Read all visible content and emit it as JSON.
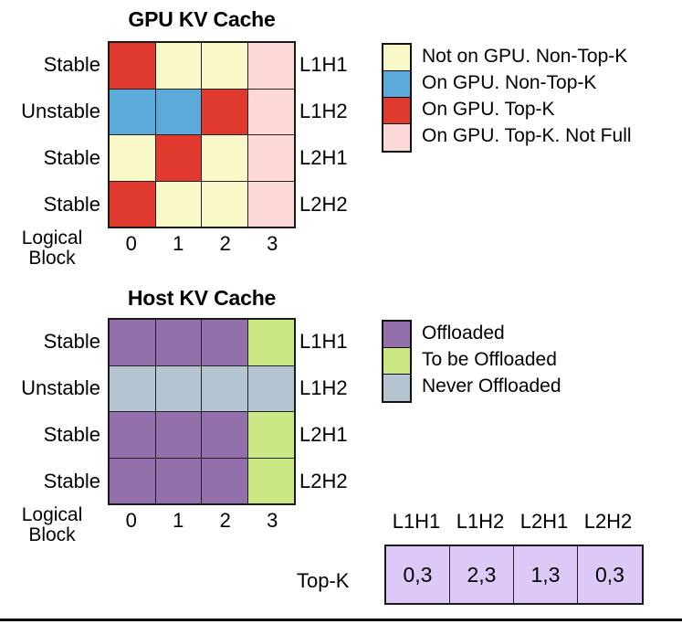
{
  "figure": {
    "palette": {
      "not_on_gpu_non_topk": "#F8F8C8",
      "on_gpu_non_topk": "#5BAAD9",
      "on_gpu_topk": "#E03A2F",
      "on_gpu_topk_not_full": "#FCD9D9",
      "offloaded": "#9370AB",
      "to_be_offloaded": "#CBE884",
      "never_offloaded": "#B4C4D1",
      "topk_cell": "#DDC9F7",
      "grid_border": "#1a1a1a"
    }
  },
  "gpu_panel": {
    "title": "GPU KV Cache",
    "left_row_labels": [
      "Stable",
      "Unstable",
      "Stable",
      "Stable"
    ],
    "right_row_labels": [
      "L1H1",
      "L1H2",
      "L2H1",
      "L2H2"
    ],
    "column_labels": [
      "0",
      "1",
      "2",
      "3"
    ],
    "axis_caption_line1": "Logical",
    "axis_caption_line2": "Block",
    "cells": [
      [
        "on_gpu_topk",
        "not_on_gpu_non_topk",
        "not_on_gpu_non_topk",
        "on_gpu_topk_not_full"
      ],
      [
        "on_gpu_non_topk",
        "on_gpu_non_topk",
        "on_gpu_topk",
        "on_gpu_topk_not_full"
      ],
      [
        "not_on_gpu_non_topk",
        "on_gpu_topk",
        "not_on_gpu_non_topk",
        "on_gpu_topk_not_full"
      ],
      [
        "on_gpu_topk",
        "not_on_gpu_non_topk",
        "not_on_gpu_non_topk",
        "on_gpu_topk_not_full"
      ]
    ]
  },
  "gpu_legend": {
    "items": [
      {
        "label": "Not on GPU. Non-Top-K",
        "key": "not_on_gpu_non_topk"
      },
      {
        "label": "On GPU. Non-Top-K",
        "key": "on_gpu_non_topk"
      },
      {
        "label": "On GPU. Top-K",
        "key": "on_gpu_topk"
      },
      {
        "label": "On GPU. Top-K. Not Full",
        "key": "on_gpu_topk_not_full"
      }
    ]
  },
  "host_panel": {
    "title": "Host KV Cache",
    "left_row_labels": [
      "Stable",
      "Unstable",
      "Stable",
      "Stable"
    ],
    "right_row_labels": [
      "L1H1",
      "L1H2",
      "L2H1",
      "L2H2"
    ],
    "column_labels": [
      "0",
      "1",
      "2",
      "3"
    ],
    "axis_caption_line1": "Logical",
    "axis_caption_line2": "Block",
    "cells": [
      [
        "offloaded",
        "offloaded",
        "offloaded",
        "to_be_offloaded"
      ],
      [
        "never_offloaded",
        "never_offloaded",
        "never_offloaded",
        "never_offloaded"
      ],
      [
        "offloaded",
        "offloaded",
        "offloaded",
        "to_be_offloaded"
      ],
      [
        "offloaded",
        "offloaded",
        "offloaded",
        "to_be_offloaded"
      ]
    ]
  },
  "host_legend": {
    "items": [
      {
        "label": "Offloaded",
        "key": "offloaded"
      },
      {
        "label": "To be Offloaded",
        "key": "to_be_offloaded"
      },
      {
        "label": "Never Offloaded",
        "key": "never_offloaded"
      }
    ]
  },
  "topk_table": {
    "row_title": "Top-K",
    "headers": [
      "L1H1",
      "L1H2",
      "L2H1",
      "L2H2"
    ],
    "values": [
      "0,3",
      "2,3",
      "1,3",
      "0,3"
    ]
  }
}
